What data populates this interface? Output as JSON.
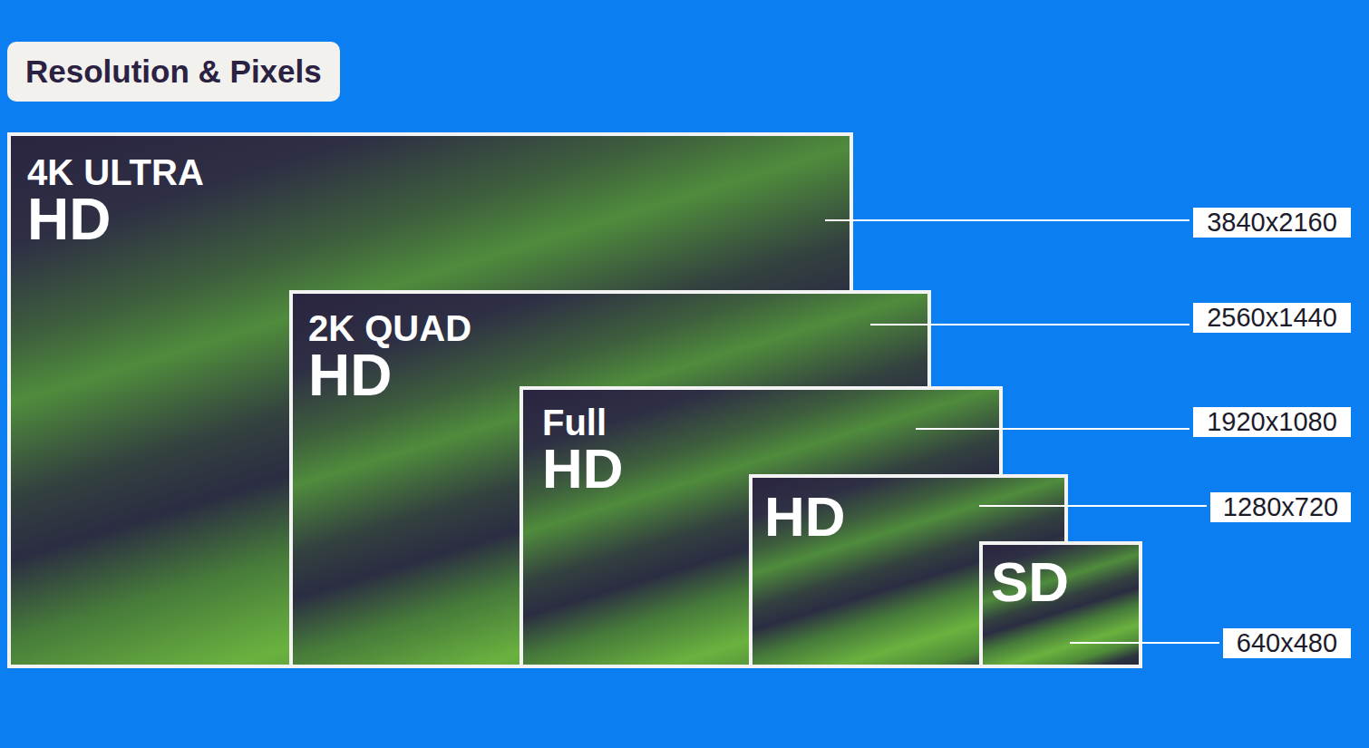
{
  "diagram": {
    "title": "Resolution & Pixels",
    "nodes": [
      {
        "text": [
          "4K ULTRA",
          "HD"
        ]
      },
      {
        "text": [
          "2K QUAD",
          "HD"
        ]
      },
      {
        "text": [
          "Full",
          "HD"
        ]
      },
      {
        "text": [
          "HD"
        ]
      },
      {
        "text": [
          "SD"
        ]
      }
    ],
    "labels": [
      "3840x2160",
      "2560x1440",
      "1920x1080",
      "1280x720",
      "640x480"
    ]
  }
}
